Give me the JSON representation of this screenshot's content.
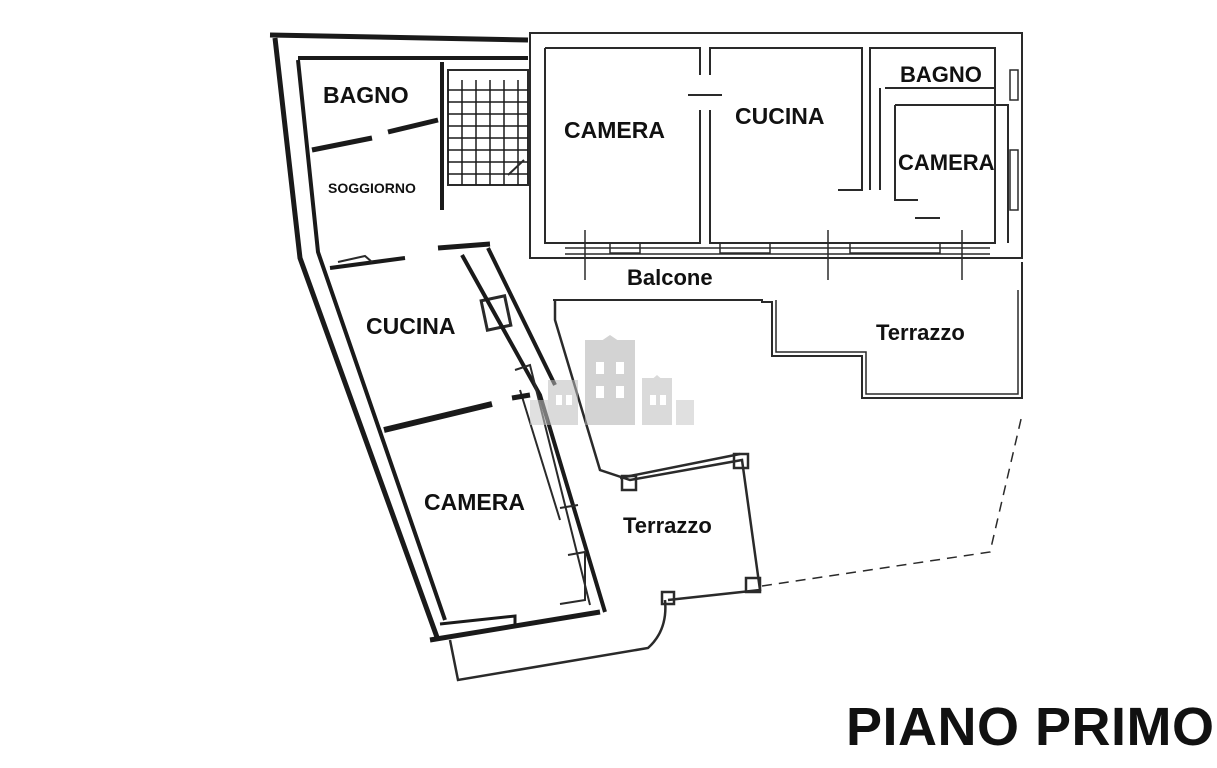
{
  "drawing": {
    "title": "PIANO PRIMO",
    "line_color": "#1a1a1a",
    "watermark_color": "#c8c8c8",
    "watermark_icon": "buildings-watermark-icon"
  },
  "rooms": {
    "left_bathroom": "BAGNO",
    "left_living": "SOGGIORNO",
    "left_kitchen": "CUCINA",
    "left_bedroom": "CAMERA",
    "left_terrace": "Terrazzo",
    "right_bedroom_1": "CAMERA",
    "right_kitchen": "CUCINA",
    "right_bathroom": "BAGNO",
    "right_bedroom_2": "CAMERA",
    "balcony": "Balcone",
    "right_terrace": "Terrazzo"
  }
}
